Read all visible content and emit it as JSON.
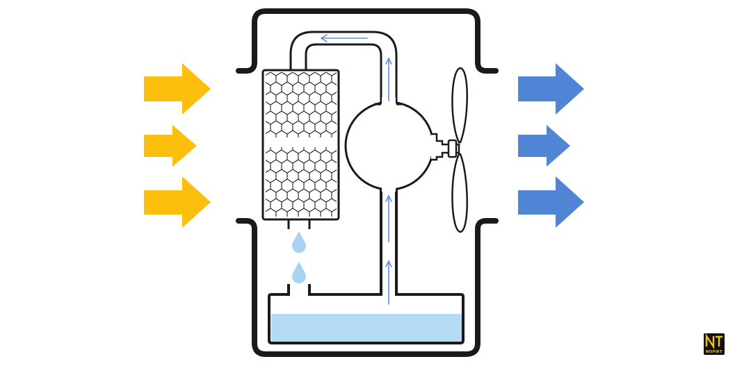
{
  "diagram": {
    "colors": {
      "outline": "#1a1a1a",
      "inflow": "#fcbf0e",
      "outflow": "#4f85d4",
      "flow_line": "#5b8fd8",
      "water": "#b3dbf5",
      "droplet": "#a9d3f2",
      "background": "#ffffff"
    },
    "inflow_arrows_count": 3,
    "outflow_arrows_count": 3,
    "icons": [
      "fan-icon",
      "droplet-icon",
      "water-tank-icon",
      "filter-icon",
      "compressor-icon"
    ]
  },
  "logo": {
    "mark": "NT",
    "text": "NOPWT",
    "background": "#111111",
    "accent": "#f6c500"
  }
}
